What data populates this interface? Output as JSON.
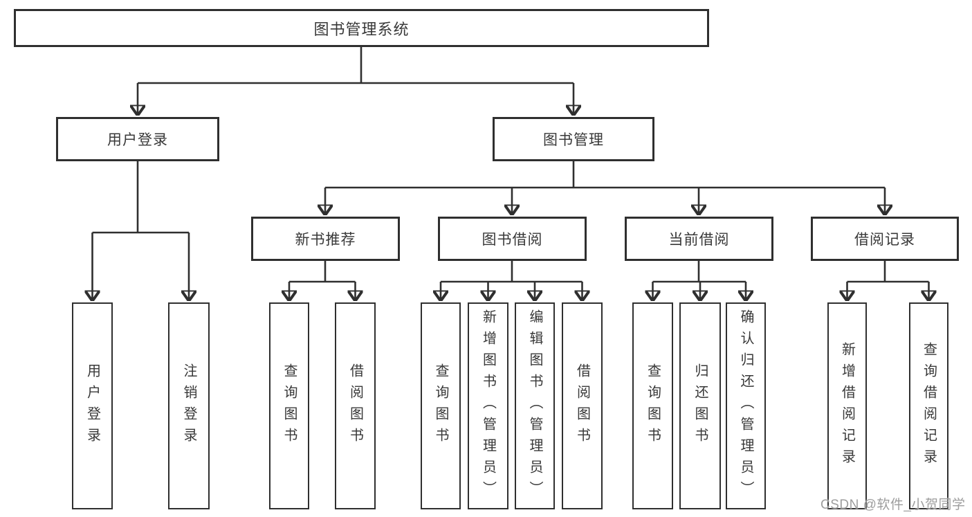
{
  "diagram_type": "hierarchy-tree",
  "tree": {
    "label": "图书管理系统",
    "children": [
      {
        "label": "用户登录",
        "children": [
          {
            "label": "用户登录"
          },
          {
            "label": "注销登录"
          }
        ]
      },
      {
        "label": "图书管理",
        "children": [
          {
            "label": "新书推荐",
            "children": [
              {
                "label": "查询图书"
              },
              {
                "label": "借阅图书"
              }
            ]
          },
          {
            "label": "图书借阅",
            "children": [
              {
                "label": "查询图书"
              },
              {
                "label": "新增图书（管理员）"
              },
              {
                "label": "编辑图书（管理员）"
              },
              {
                "label": "借阅图书"
              }
            ]
          },
          {
            "label": "当前借阅",
            "children": [
              {
                "label": "查询图书"
              },
              {
                "label": "归还图书"
              },
              {
                "label": "确认归还（管理员）"
              }
            ]
          },
          {
            "label": "借阅记录",
            "children": [
              {
                "label": "新增借阅记录"
              },
              {
                "label": "查询借阅记录"
              }
            ]
          }
        ]
      }
    ]
  },
  "watermark": "CSDN @软件_小贺同学",
  "colors": {
    "line": "#2f2f2f",
    "box_border": "#2f2f2f",
    "text": "#383838",
    "watermark": "#9d9d9d",
    "background": "#ffffff"
  }
}
